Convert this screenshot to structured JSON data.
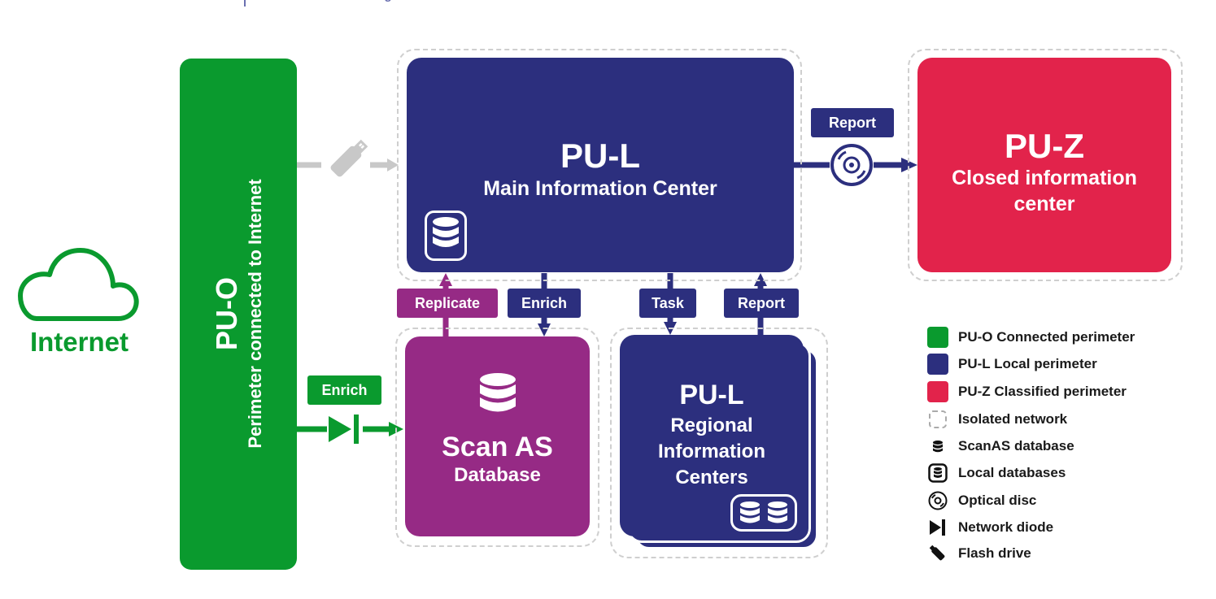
{
  "header": {
    "partial_caption": "Fran ScanAS in investigations"
  },
  "internet": {
    "label": "Internet"
  },
  "puo": {
    "title": "PU-O",
    "subtitle": "Perimeter connected to Internet"
  },
  "main_center": {
    "title": "PU-L",
    "subtitle": "Main Information Center"
  },
  "puz": {
    "title": "PU-Z",
    "subtitle_line1": "Closed information",
    "subtitle_line2": "center"
  },
  "scan_db": {
    "title": "Scan AS",
    "subtitle": "Database"
  },
  "regional": {
    "title": "PU-L",
    "line1": "Regional",
    "line2": "Information",
    "line3": "Centers"
  },
  "tags": {
    "report_top": "Report",
    "replicate": "Replicate",
    "enrich_main": "Enrich",
    "task": "Task",
    "report_regional": "Report",
    "enrich_diode": "Enrich"
  },
  "legend": [
    {
      "icon": "green-square",
      "label": "PU-O Connected perimeter"
    },
    {
      "icon": "navy-square",
      "label": "PU-L Local perimeter"
    },
    {
      "icon": "red-square",
      "label": "PU-Z Classified perimeter"
    },
    {
      "icon": "dashed-square",
      "label": "Isolated network"
    },
    {
      "icon": "database-icon",
      "label": "ScanAS database"
    },
    {
      "icon": "local-database-icon",
      "label": "Local databases"
    },
    {
      "icon": "optical-disc-icon",
      "label": "Optical disc"
    },
    {
      "icon": "network-diode-icon",
      "label": "Network diode"
    },
    {
      "icon": "flash-drive-icon",
      "label": "Flash drive"
    }
  ],
  "colors": {
    "green": "#0a9a2e",
    "navy": "#2c2f7e",
    "red": "#e2234b",
    "purple": "#962a85",
    "gray": "#c8c8c8"
  }
}
